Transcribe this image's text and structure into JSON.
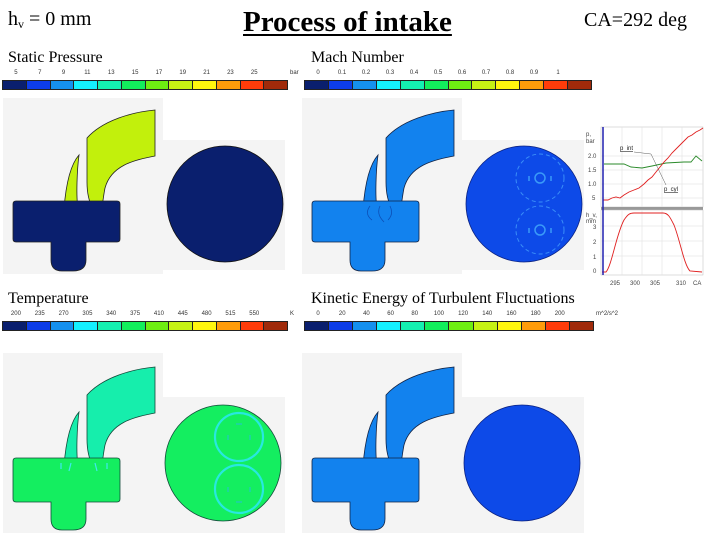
{
  "header": {
    "valve_lift_label": "h",
    "valve_lift_sub": "v",
    "valve_lift_value": " = 0 mm",
    "title": "Process of intake",
    "crank_angle": "CA=292 deg"
  },
  "colormap": [
    "#0a1f6e",
    "#0d3de8",
    "#1590ee",
    "#14f0ff",
    "#14f0b0",
    "#12ee5c",
    "#6eee12",
    "#c6f214",
    "#fff60e",
    "#ff9c0a",
    "#ff3c0a",
    "#a02a0a"
  ],
  "panels": [
    {
      "label": "Static Pressure",
      "ticks": [
        "5",
        "7",
        "9",
        "11",
        "13",
        "15",
        "17",
        "19",
        "21",
        "23",
        "25"
      ],
      "unit": "bar",
      "port_color": "#c2f00c",
      "chamber_color": "#0a1f6e",
      "circle_color": "#0a1f6e"
    },
    {
      "label": "Mach Number",
      "ticks": [
        "0",
        "0.1",
        "0.2",
        "0.3",
        "0.4",
        "0.5",
        "0.6",
        "0.7",
        "0.8",
        "0.9",
        "1"
      ],
      "unit": "",
      "port_color": "#1282ee",
      "chamber_color": "#1282ee",
      "circle_color": "#0d4ae8"
    },
    {
      "label": "Temperature",
      "ticks": [
        "200",
        "235",
        "270",
        "305",
        "340",
        "375",
        "410",
        "445",
        "480",
        "515",
        "550"
      ],
      "unit": "K",
      "port_color": "#16eeac",
      "chamber_color": "#14ee60",
      "circle_color": "#14ee60"
    },
    {
      "label": "Kinetic Energy of Turbulent Fluctuations",
      "ticks": [
        "0",
        "20",
        "40",
        "60",
        "80",
        "100",
        "120",
        "140",
        "160",
        "180",
        "200"
      ],
      "unit": "m^2/s^2",
      "port_color": "#1282ee",
      "chamber_color": "#1282ee",
      "circle_color": "#0d4ae8"
    }
  ],
  "graph": {
    "top": {
      "ylabel_line1": "p,",
      "ylabel_line2": "bar",
      "yticks": [
        "2.0",
        "1.5",
        "1.0",
        "5"
      ],
      "legend_int": "p_int",
      "legend_cyl": "p_cyl"
    },
    "bottom": {
      "ylabel_line1": "h_v,",
      "ylabel_line2": "mm",
      "yticks": [
        "3",
        "2",
        "1",
        "0"
      ],
      "xticks": [
        "295",
        "300",
        "305",
        "310",
        "CA"
      ]
    }
  },
  "chart_data": {
    "type": "line",
    "title": "",
    "charts": [
      {
        "name": "pressure",
        "ylabel": "p, bar",
        "xlabel": "CA",
        "series": [
          {
            "name": "p_int",
            "x": [
              292,
              295,
              298,
              300,
              302,
              305,
              308,
              310,
              311,
              312
            ],
            "y": [
              1.7,
              1.7,
              1.6,
              1.6,
              1.6,
              1.68,
              1.72,
              1.72,
              2.0,
              1.85
            ]
          },
          {
            "name": "p_cyl",
            "x": [
              292,
              294,
              296,
              298,
              300,
              302,
              304,
              306,
              308,
              310,
              312
            ],
            "y": [
              0.3,
              0.35,
              0.5,
              0.7,
              0.9,
              1.2,
              1.6,
              2.0,
              2.4,
              2.7,
              2.9
            ]
          }
        ]
      },
      {
        "name": "valve_lift",
        "ylabel": "h_v, mm",
        "xlabel": "CA",
        "xticks": [
          295,
          300,
          305,
          310
        ],
        "yticks": [
          0,
          1,
          2,
          3
        ],
        "series": [
          {
            "name": "h_v",
            "x": [
              292,
              293,
              295,
              297,
              298,
              300,
              305,
              307,
              308,
              310,
              311,
              312
            ],
            "y": [
              0,
              0.05,
              1.5,
              3.3,
              3.6,
              3.6,
              3.6,
              3.3,
              2.2,
              0.3,
              0.05,
              0
            ]
          }
        ]
      }
    ]
  }
}
